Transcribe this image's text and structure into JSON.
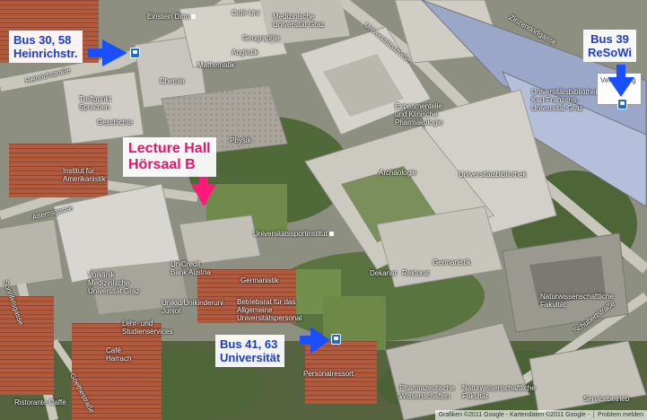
{
  "callouts": {
    "bus_heinrichstr": {
      "line1": "Bus 30, 58",
      "line2": "Heinrichstr."
    },
    "bus_resowi": {
      "line1": "Bus 39",
      "line2": "ReSoWi"
    },
    "lecture_hall": {
      "line1": "Lecture Hall",
      "line2": "Hörsaal B"
    },
    "bus_universitaet": {
      "line1": "Bus 41, 63",
      "line2": "Universität"
    }
  },
  "streets": {
    "heinrichstrasse": "Heinrichstraße",
    "universitaetsstrasse": "Universitätsstraße",
    "attemsgasse": "Attemsgasse",
    "schubertstrasse": "Schubertstraße",
    "goethestrasse": "Goethestraße",
    "burgring": "Zinzendorfgasse",
    "sonnfels": "Sonnfelsgasse"
  },
  "labels": {
    "einstein": "Einstein Dino",
    "cafe_uni": "Café Uni",
    "medizinische_uni_graz_top": "Medizinische Universität Graz",
    "geographie": "Geographie",
    "anglistik": "Anglistik",
    "mathematik": "Mathematik",
    "chemie": "Chemie",
    "treffpunkt": "Treffpunkt Sprachen",
    "geschichte": "Geschichte",
    "institut_amerikanistik": "Institut für Amerikanistik",
    "physik": "Physik",
    "experimentelle": "Experimentelle und Klinische Pharmakologie",
    "universitaetsbibliothek_top": "Universitätsbibliothek Karl-Franzens-Universität Graz",
    "universitaetsbibliothek": "Universitätsbibliothek",
    "archaeologie": "Archäologie",
    "universitaetssportinstitut": "Universitätssportinstitut",
    "unicredit": "UniCredit Bank Austria",
    "vorklinik": "Vorklinik Medizinische Universität Graz",
    "germanistik_left": "Germanistik",
    "unikid": "Unikid/Unikinderuni Junior",
    "betriebsrat": "Betriebsrat für das Allgemeine Universitätspersonal",
    "lehr": "Lehr- und Studienservices",
    "cafe_harrach": "Café Harrach",
    "dekanat": "Dekanat",
    "rektorat": "Rektorat",
    "germanistik": "Germanistik",
    "naturwiss": "Naturwissenschaftliche Fakultät",
    "personalressort": "Personalressort",
    "pharmazeutische": "Pharmazeutische Wissenschaften",
    "naturwiss2": "Naturwissenschaftliche Fakultät",
    "servicebetrieb": "Servicebetrieb",
    "ristorante": "Ristorante Caffè",
    "verwaltung": "Verwaltung"
  },
  "footer": {
    "copyright": "Grafiken ©2011 Google - Kartendaten ©2011 Google -",
    "report": "Problem melden"
  },
  "colors": {
    "callout_blue": "#1a3dcc",
    "callout_pink": "#e8146b",
    "arrow_blue": "#1a4fff",
    "arrow_pink": "#ff1a7a",
    "bus_stop": "#1e6fc9"
  }
}
